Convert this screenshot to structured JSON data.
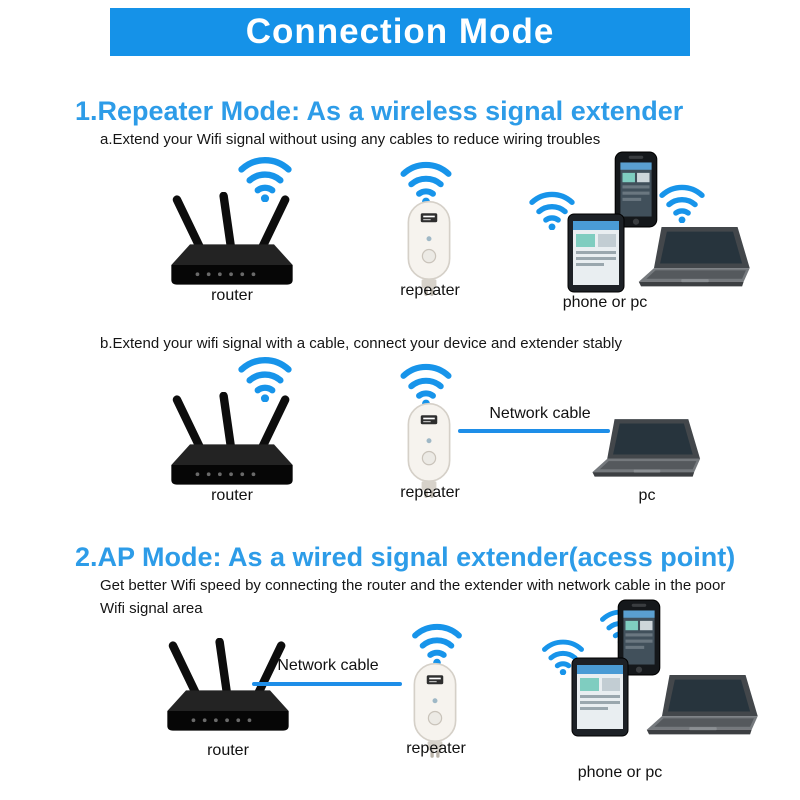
{
  "banner": {
    "title": "Connection Mode"
  },
  "section1": {
    "heading": "1.Repeater Mode: As a wireless signal extender",
    "note_a": "a.Extend your Wifi signal without using any cables to reduce wiring troubles",
    "note_b": "b.Extend your wifi signal with a cable, connect your device and extender stably",
    "row1": {
      "router_label": "router",
      "repeater_label": "repeater",
      "devices_label": "phone or pc"
    },
    "row2": {
      "router_label": "router",
      "repeater_label": "repeater",
      "cable_label": "Network cable",
      "pc_label": "pc"
    }
  },
  "section2": {
    "heading": "2.AP Mode: As a wired signal extender(acess point)",
    "description": "Get better Wifi speed by connecting the router and the extender with network cable in the poor Wifi signal area",
    "row3": {
      "router_label": "router",
      "cable_label": "Network cable",
      "repeater_label": "repeater",
      "devices_label": "phone or pc"
    }
  },
  "colors": {
    "banner_bg": "#1592e8",
    "heading_blue": "#2d9ce8",
    "wifi_blue": "#1794ea",
    "cable_blue": "#1e8ee8",
    "text": "#111111"
  },
  "icons": {
    "wifi-icon": "wifi signal arcs with dot",
    "router-illustration": "black three-antenna wireless router",
    "repeater-illustration": "white wall-plug wifi repeater",
    "laptop-illustration": "laptop computer",
    "phone-illustration": "smartphone",
    "tablet-illustration": "tablet"
  }
}
